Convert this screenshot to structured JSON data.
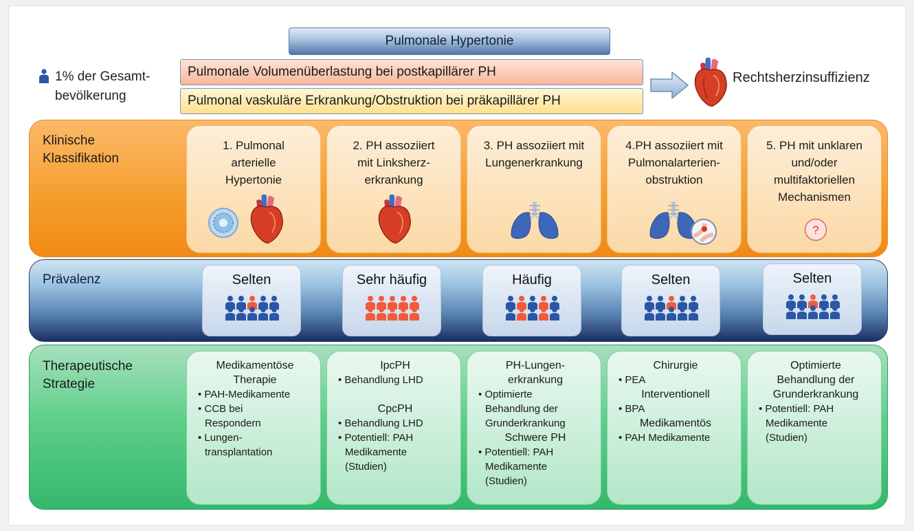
{
  "header": {
    "title": "Pulmonale Hypertonie",
    "population_text": "1% der Gesamt-\nbevölkerung",
    "bar_postcapillary": "Pulmonale Volumenüberlastung bei postkapillärer PH",
    "bar_precapillary": "Pulmonal vaskuläre Erkrankung/Obstruktion bei präkapillärer PH",
    "result": "Rechtsherzinsuffizienz"
  },
  "sections": {
    "classification": "Klinische\nKlassifikation",
    "prevalence": "Prävalenz",
    "therapy": "Therapeutische\nStrategie"
  },
  "classification": [
    {
      "text": "1. Pulmonal\narterielle\nHypertonie",
      "icons": [
        "cell-icon",
        "heart-icon"
      ]
    },
    {
      "text": "2. PH assoziiert\nmit Linksherz-\nerkrankung",
      "icons": [
        "heart-icon"
      ]
    },
    {
      "text": "3. PH assoziiert mit\nLungenerkrankung",
      "icons": [
        "lungs-icon"
      ]
    },
    {
      "text": "4.PH assoziiert mit\nPulmonalarterien-\nobstruktion",
      "icons": [
        "lungs-icon",
        "vessel-obstruction-icon"
      ]
    },
    {
      "text": "5. PH mit unklaren\nund/oder\nmultifaktoriellen\nMechanismen",
      "icons": [
        "question-icon"
      ]
    }
  ],
  "prevalence": [
    {
      "label": "Selten",
      "affected": 1
    },
    {
      "label": "Sehr häufig",
      "affected": 10
    },
    {
      "label": "Häufig",
      "affected": 4
    },
    {
      "label": "Selten",
      "affected": 1
    },
    {
      "label": "Selten",
      "affected": 1
    }
  ],
  "therapy": [
    {
      "lines": [
        {
          "t": "h",
          "text": "Medikamentöse"
        },
        {
          "t": "h",
          "text": "Therapie"
        },
        {
          "t": "b",
          "text": "• PAH-Medikamente"
        },
        {
          "t": "b",
          "text": "• CCB bei"
        },
        {
          "t": "i",
          "text": "Respondern"
        },
        {
          "t": "b",
          "text": "• Lungen-"
        },
        {
          "t": "i",
          "text": "transplantation"
        }
      ]
    },
    {
      "lines": [
        {
          "t": "h",
          "text": "IpcPH"
        },
        {
          "t": "b",
          "text": "• Behandlung LHD"
        },
        {
          "t": "s",
          "text": ""
        },
        {
          "t": "h",
          "text": "CpcPH"
        },
        {
          "t": "b",
          "text": "• Behandlung LHD"
        },
        {
          "t": "b",
          "text": "• Potentiell: PAH"
        },
        {
          "t": "i",
          "text": "Medikamente"
        },
        {
          "t": "i",
          "text": "(Studien)"
        }
      ]
    },
    {
      "lines": [
        {
          "t": "h",
          "text": "PH-Lungen-"
        },
        {
          "t": "h",
          "text": "erkrankung"
        },
        {
          "t": "b",
          "text": "• Optimierte"
        },
        {
          "t": "i",
          "text": "Behandlung der"
        },
        {
          "t": "i",
          "text": "Grunderkrankung"
        },
        {
          "t": "h",
          "text": "Schwere PH"
        },
        {
          "t": "b",
          "text": "• Potentiell: PAH"
        },
        {
          "t": "i",
          "text": "Medikamente"
        },
        {
          "t": "i",
          "text": "(Studien)"
        }
      ]
    },
    {
      "lines": [
        {
          "t": "h",
          "text": "Chirurgie"
        },
        {
          "t": "b",
          "text": "• PEA"
        },
        {
          "t": "h",
          "text": "Interventionell"
        },
        {
          "t": "b",
          "text": "• BPA"
        },
        {
          "t": "h",
          "text": "Medikamentös"
        },
        {
          "t": "b",
          "text": "• PAH Medikamente"
        }
      ]
    },
    {
      "lines": [
        {
          "t": "h",
          "text": "Optimierte"
        },
        {
          "t": "h",
          "text": "Behandlung der"
        },
        {
          "t": "h",
          "text": "Grunderkrankung"
        },
        {
          "t": "b",
          "text": "• Potentiell: PAH"
        },
        {
          "t": "i",
          "text": "Medikamente"
        },
        {
          "t": "i",
          "text": "(Studien)"
        }
      ]
    }
  ],
  "colors": {
    "classification_band": "#f59c2a",
    "prevalence_band": "#1b2f63",
    "therapy_band": "#33b86c",
    "person_healthy": "#2b56a6",
    "person_affected": "#f25a3c"
  }
}
